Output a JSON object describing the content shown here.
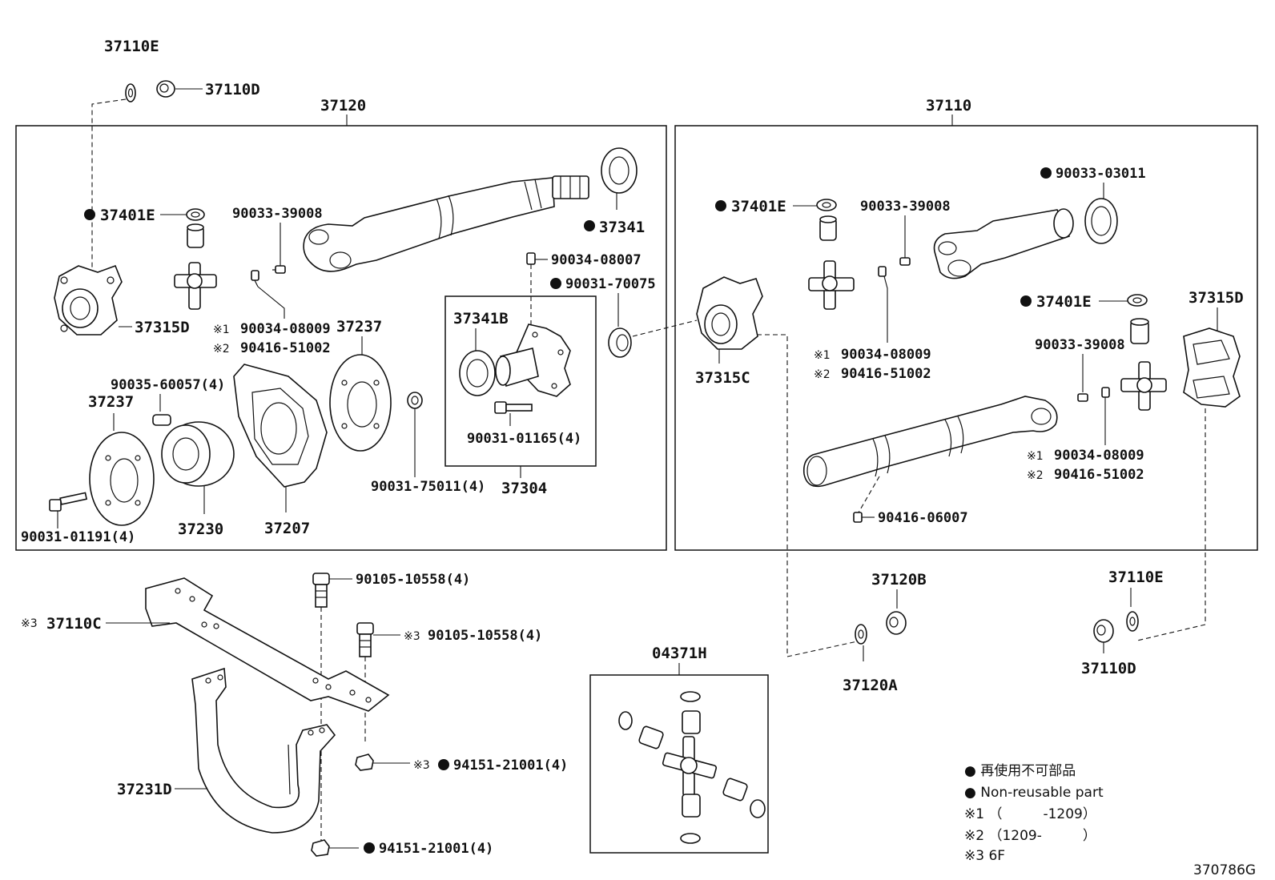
{
  "groups": {
    "left_assembly": "37120",
    "right_assembly": "37110",
    "bearing_kit": "37304",
    "spider_kit": "04371H"
  },
  "labels": {
    "l_37110E": "37110E",
    "l_37110D": "37110D",
    "l_37401E": "37401E",
    "l_37315D": "37315D",
    "l_900333900": "90033-39008",
    "l_90034_08009": "90034-08009",
    "l_90416_51002": "90416-51002",
    "l_37237a": "37237",
    "l_37237b": "37237",
    "l_90035": "90035-60057(4)",
    "l_90031_01191": "90031-01191(4)",
    "l_37230": "37230",
    "l_37207": "37207",
    "l_90031_75011": "90031-75011(4)",
    "l_37341": "37341",
    "l_90034_08007": "90034-08007",
    "l_90031_70075": "90031-70075",
    "l_37341B": "37341B",
    "l_90031_01165": "90031-01165(4)",
    "r_37401E_a": "37401E",
    "r_90033_39008_a": "90033-39008",
    "r_90033_03011": "90033-03011",
    "r_37315C": "37315C",
    "r_90034_08009_a": "90034-08009",
    "r_90416_51002_a": "90416-51002",
    "r_37401E_b": "37401E",
    "r_37315D": "37315D",
    "r_90033_39008_b": "90033-39008",
    "r_90034_08009_b": "90034-08009",
    "r_90416_51002_b": "90416-51002",
    "r_90416_06007": "90416-06007",
    "b_90105_a": "90105-10558(4)",
    "b_37110C": "37110C",
    "b_90105_b": "90105-10558(4)",
    "b_94151_a": "94151-21001(4)",
    "b_37231D": "37231D",
    "b_94151_b": "94151-21001(4)",
    "b_37120B": "37120B",
    "b_37120A": "37120A",
    "b_37110E": "37110E",
    "b_37110D": "37110D"
  },
  "marks": {
    "x1": "※1",
    "x2": "※2",
    "x3": "※3"
  },
  "legend": {
    "line1": "● 再使用不可部品",
    "line2": "● Non-reusable part",
    "line3": "※1 （　　　-1209）",
    "line4": "※2 （1209-　　　）",
    "line5": "※3 6F"
  },
  "figure_code": "370786G"
}
